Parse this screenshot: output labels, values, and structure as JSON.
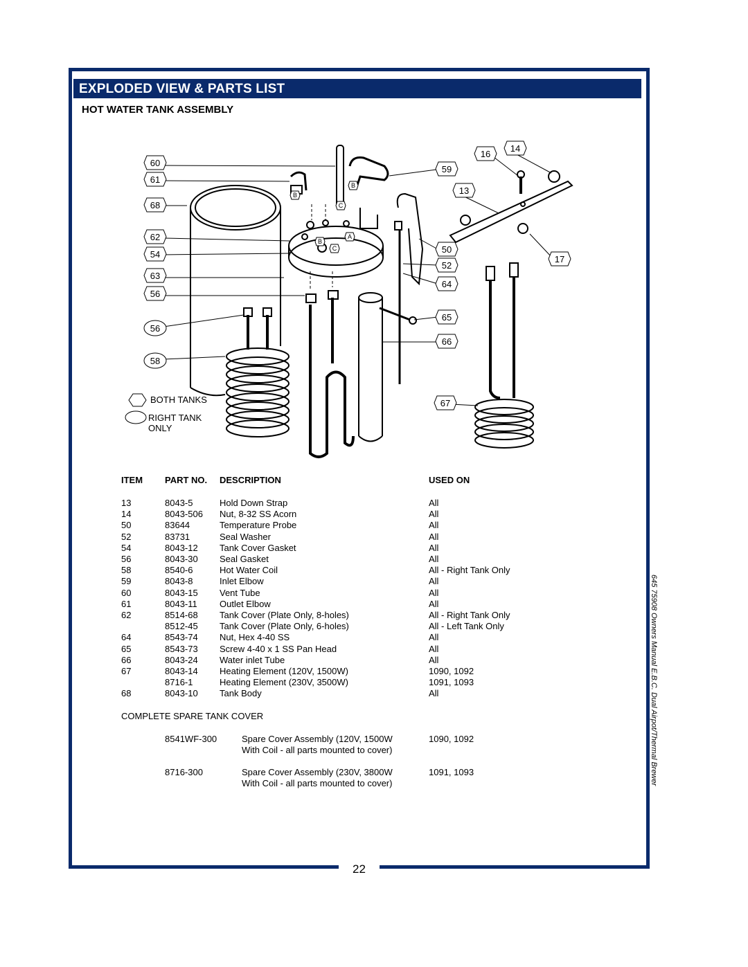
{
  "banner_title": "EXPLODED VIEW & PARTS LIST",
  "section_title": "HOT WATER TANK ASSEMBLY",
  "diagram": {
    "callouts": [
      "60",
      "61",
      "68",
      "62",
      "54",
      "63",
      "56",
      "56",
      "58",
      "16",
      "14",
      "59",
      "13",
      "50",
      "52",
      "64",
      "65",
      "66",
      "67",
      "17"
    ],
    "letter_marks": [
      "B",
      "B",
      "C",
      "A",
      "B",
      "C"
    ],
    "legend": {
      "both_tanks": "BOTH TANKS",
      "right_tank_line1": "RIGHT TANK",
      "right_tank_line2": "ONLY"
    }
  },
  "table": {
    "headers": {
      "item": "ITEM",
      "part_no": "PART NO.",
      "description": "DESCRIPTION",
      "used_on": "USED ON"
    },
    "rows": [
      {
        "item": "13",
        "part": "8043-5",
        "desc": "Hold Down Strap",
        "used": "All"
      },
      {
        "item": "14",
        "part": "8043-506",
        "desc": "Nut, 8-32 SS Acorn",
        "used": "All"
      },
      {
        "item": "50",
        "part": "83644",
        "desc": "Temperature Probe",
        "used": "All"
      },
      {
        "item": "52",
        "part": "83731",
        "desc": "Seal Washer",
        "used": "All"
      },
      {
        "item": "54",
        "part": "8043-12",
        "desc": "Tank Cover Gasket",
        "used": "All"
      },
      {
        "item": "56",
        "part": "8043-30",
        "desc": "Seal Gasket",
        "used": "All"
      },
      {
        "item": "58",
        "part": "8540-6",
        "desc": "Hot Water Coil",
        "used": "All - Right Tank Only"
      },
      {
        "item": "59",
        "part": "8043-8",
        "desc": "Inlet Elbow",
        "used": "All"
      },
      {
        "item": "60",
        "part": "8043-15",
        "desc": "Vent Tube",
        "used": "All"
      },
      {
        "item": "61",
        "part": "8043-11",
        "desc": "Outlet Elbow",
        "used": "All"
      },
      {
        "item": "62",
        "part": "8514-68",
        "desc": "Tank Cover (Plate Only, 8-holes)",
        "used": "All - Right Tank Only"
      },
      {
        "item": "",
        "part": "8512-45",
        "desc": "Tank Cover (Plate Only, 6-holes)",
        "used": "All - Left Tank Only"
      },
      {
        "item": "64",
        "part": "8543-74",
        "desc": "Nut, Hex 4-40 SS",
        "used": "All"
      },
      {
        "item": "65",
        "part": "8543-73",
        "desc": "Screw 4-40 x 1 SS Pan Head",
        "used": "All"
      },
      {
        "item": "66",
        "part": "8043-24",
        "desc": "Water inlet Tube",
        "used": "All"
      },
      {
        "item": "67",
        "part": "8043-14",
        "desc": "Heating Element (120V, 1500W)",
        "used": "1090, 1092"
      },
      {
        "item": "",
        "part": "8716-1",
        "desc": "Heating Element (230V, 3500W)",
        "used": "1091, 1093"
      },
      {
        "item": "68",
        "part": "8043-10",
        "desc": "Tank Body",
        "used": "All"
      }
    ]
  },
  "spare": {
    "title": "COMPLETE SPARE TANK COVER",
    "items": [
      {
        "part": "8541WF-300",
        "desc1": "Spare Cover Assembly (120V, 1500W",
        "desc2": "With Coil - all parts mounted to cover)",
        "used": "1090, 1092"
      },
      {
        "part": "8716-300",
        "desc1": "Spare Cover Assembly (230V, 3800W",
        "desc2": "With Coil - all parts mounted to cover)",
        "used": "1091, 1093"
      }
    ]
  },
  "side_note": "645  75908 Owners Manual E.B.C. Dual Airpot/Thermal Brewer",
  "page_number": "22"
}
